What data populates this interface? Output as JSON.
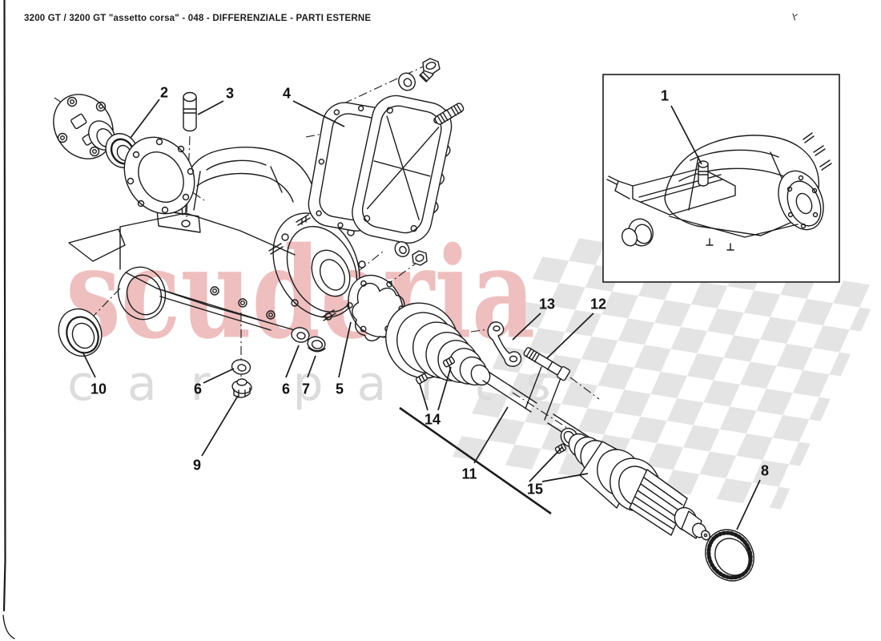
{
  "page": {
    "title": "3200 GT / 3200 GT \"assetto corsa\" - 048 - DIFFERENZIALE - PARTI ESTERNE",
    "background": "#ffffff",
    "ink_color": "#1b1b1b"
  },
  "diagram": {
    "description": "Exploded parts diagram of the differential external parts with numbered callouts",
    "callouts": [
      {
        "label": "1"
      },
      {
        "label": "2"
      },
      {
        "label": "3"
      },
      {
        "label": "4"
      },
      {
        "label": "5"
      },
      {
        "label": "6"
      },
      {
        "label": "6"
      },
      {
        "label": "7"
      },
      {
        "label": "8"
      },
      {
        "label": "9"
      },
      {
        "label": "10"
      },
      {
        "label": "11"
      },
      {
        "label": "12"
      },
      {
        "label": "13"
      },
      {
        "label": "14"
      },
      {
        "label": "15"
      }
    ]
  },
  "watermark": {
    "line1": "scuderia",
    "line2": "car parts",
    "color_primary": "#efbebe",
    "color_secondary": "#dcdcdc",
    "checker_color": "#e4e4e4"
  }
}
